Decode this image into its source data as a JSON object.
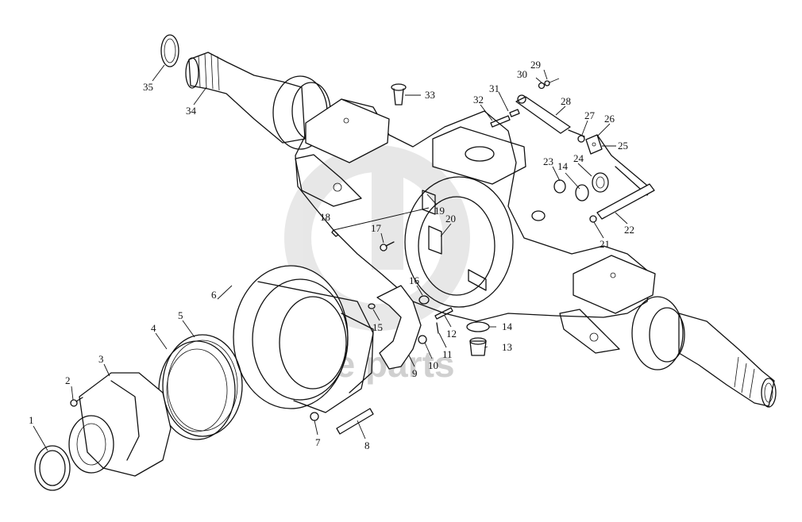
{
  "watermark": {
    "text": "Gate parts",
    "color": "#c8c8c8"
  },
  "callouts": [
    {
      "id": "1",
      "label": "1"
    },
    {
      "id": "2",
      "label": "2"
    },
    {
      "id": "3",
      "label": "3"
    },
    {
      "id": "4",
      "label": "4"
    },
    {
      "id": "5",
      "label": "5"
    },
    {
      "id": "6",
      "label": "6"
    },
    {
      "id": "7",
      "label": "7"
    },
    {
      "id": "8",
      "label": "8"
    },
    {
      "id": "9",
      "label": "9"
    },
    {
      "id": "10",
      "label": "10"
    },
    {
      "id": "11",
      "label": "11"
    },
    {
      "id": "12",
      "label": "12"
    },
    {
      "id": "13",
      "label": "13"
    },
    {
      "id": "14a",
      "label": "14"
    },
    {
      "id": "14b",
      "label": "14"
    },
    {
      "id": "15",
      "label": "15"
    },
    {
      "id": "16",
      "label": "16"
    },
    {
      "id": "17",
      "label": "17"
    },
    {
      "id": "18",
      "label": "18"
    },
    {
      "id": "19",
      "label": "19"
    },
    {
      "id": "20",
      "label": "20"
    },
    {
      "id": "21",
      "label": "21"
    },
    {
      "id": "22",
      "label": "22"
    },
    {
      "id": "23",
      "label": "23"
    },
    {
      "id": "24",
      "label": "24"
    },
    {
      "id": "25",
      "label": "25"
    },
    {
      "id": "26",
      "label": "26"
    },
    {
      "id": "27",
      "label": "27"
    },
    {
      "id": "28",
      "label": "28"
    },
    {
      "id": "29",
      "label": "29"
    },
    {
      "id": "30",
      "label": "30"
    },
    {
      "id": "31",
      "label": "31"
    },
    {
      "id": "32",
      "label": "32"
    },
    {
      "id": "33",
      "label": "33"
    },
    {
      "id": "34",
      "label": "34"
    },
    {
      "id": "35",
      "label": "35"
    }
  ]
}
